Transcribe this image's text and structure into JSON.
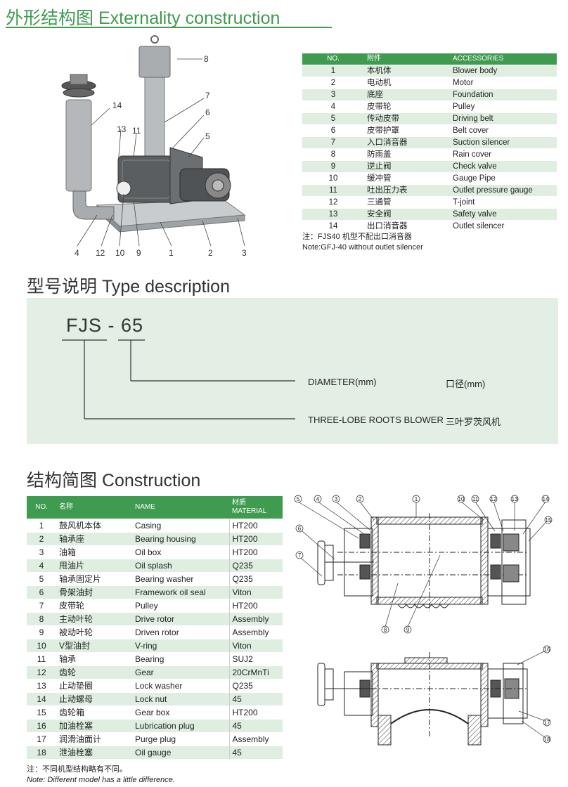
{
  "section1": {
    "title": "外形结构图 Externality construction",
    "callouts": [
      "8",
      "7",
      "6",
      "5",
      "14",
      "13",
      "11",
      "4",
      "12",
      "10",
      "9",
      "1",
      "2",
      "3"
    ]
  },
  "accessories": {
    "headers": {
      "no": "NO.",
      "cn": "附件",
      "en": "ACCESSORIES"
    },
    "rows": [
      {
        "no": "1",
        "cn": "本机体",
        "en": "Blower body"
      },
      {
        "no": "2",
        "cn": "电动机",
        "en": "Motor"
      },
      {
        "no": "3",
        "cn": "底座",
        "en": "Foundation"
      },
      {
        "no": "4",
        "cn": "皮带轮",
        "en": "Pulley"
      },
      {
        "no": "5",
        "cn": "传动皮带",
        "en": "Driving belt"
      },
      {
        "no": "6",
        "cn": "皮带护罩",
        "en": "Belt cover"
      },
      {
        "no": "7",
        "cn": "入口消音器",
        "en": "Suction silencer"
      },
      {
        "no": "8",
        "cn": "防雨盖",
        "en": "Rain cover"
      },
      {
        "no": "9",
        "cn": "逆止阀",
        "en": "Check valve"
      },
      {
        "no": "10",
        "cn": "缓冲管",
        "en": "Gauge Pipe"
      },
      {
        "no": "11",
        "cn": "吐出压力表",
        "en": "Outlet pressure gauge"
      },
      {
        "no": "12",
        "cn": "三通管",
        "en": "T-joint"
      },
      {
        "no": "13",
        "cn": "安全阀",
        "en": "Safety valve"
      },
      {
        "no": "14",
        "cn": "出口消音器",
        "en": "Outlet silencer"
      }
    ],
    "note_cn": "注：FJS40 机型不配出口消音器",
    "note_en": "Note:GFJ-40 without outlet silencer"
  },
  "type_desc": {
    "title": "型号说明 Type description",
    "model": "FJS - 65",
    "diameter_en": "DIAMETER(mm)",
    "diameter_cn": "口径(mm)",
    "blower_en": "THREE-LOBE ROOTS BLOWER",
    "blower_cn": "三叶罗茨风机"
  },
  "construction": {
    "title": "结构简图 Construction",
    "headers": {
      "no": "NO.",
      "cn": "名称",
      "en": "NAME",
      "mat_cn": "材质",
      "mat_en": "MATERIAL"
    },
    "rows": [
      {
        "no": "1",
        "cn": "鼓风机本体",
        "en": "Casing",
        "mat": "HT200"
      },
      {
        "no": "2",
        "cn": "轴承座",
        "en": "Bearing housing",
        "mat": "HT200"
      },
      {
        "no": "3",
        "cn": "油箱",
        "en": "Oil box",
        "mat": "HT200"
      },
      {
        "no": "4",
        "cn": "甩油片",
        "en": "Oil splash",
        "mat": "Q235"
      },
      {
        "no": "5",
        "cn": "轴承固定片",
        "en": "Bearing washer",
        "mat": "Q235"
      },
      {
        "no": "6",
        "cn": "骨架油封",
        "en": "Framework oil seal",
        "mat": "Viton"
      },
      {
        "no": "7",
        "cn": "皮带轮",
        "en": "Pulley",
        "mat": "HT200"
      },
      {
        "no": "8",
        "cn": "主动叶轮",
        "en": "Drive rotor",
        "mat": "Assembly"
      },
      {
        "no": "9",
        "cn": "被动叶轮",
        "en": "Driven rotor",
        "mat": "Assembly"
      },
      {
        "no": "10",
        "cn": "V型油封",
        "en": "V-ring",
        "mat": "Viton"
      },
      {
        "no": "11",
        "cn": "轴承",
        "en": "Bearing",
        "mat": "SUJ2"
      },
      {
        "no": "12",
        "cn": "齿轮",
        "en": "Gear",
        "mat": "20CrMnTi"
      },
      {
        "no": "13",
        "cn": "止动垫圈",
        "en": "Lock washer",
        "mat": "Q235"
      },
      {
        "no": "14",
        "cn": "止动螺母",
        "en": "Lock nut",
        "mat": "45"
      },
      {
        "no": "15",
        "cn": "齿轮箱",
        "en": "Gear box",
        "mat": "HT200"
      },
      {
        "no": "16",
        "cn": "加油栓塞",
        "en": "Lubrication plug",
        "mat": "45"
      },
      {
        "no": "17",
        "cn": "润滑油面计",
        "en": "Purge plug",
        "mat": "Assembly"
      },
      {
        "no": "18",
        "cn": "泄油栓塞",
        "en": "Oil gauge",
        "mat": "45"
      }
    ],
    "callouts": [
      "5",
      "4",
      "3",
      "2",
      "1",
      "10",
      "11",
      "12",
      "13",
      "14",
      "6",
      "15",
      "7",
      "8",
      "9",
      "16",
      "17",
      "18"
    ],
    "note_cn": "注：不同机型结构略有不同。",
    "note_en": "Note: Different model has a little difference."
  },
  "colors": {
    "accent": "#3f9b4f",
    "row_alt": "#dfeee0",
    "box_bg": "#e3efe5"
  }
}
